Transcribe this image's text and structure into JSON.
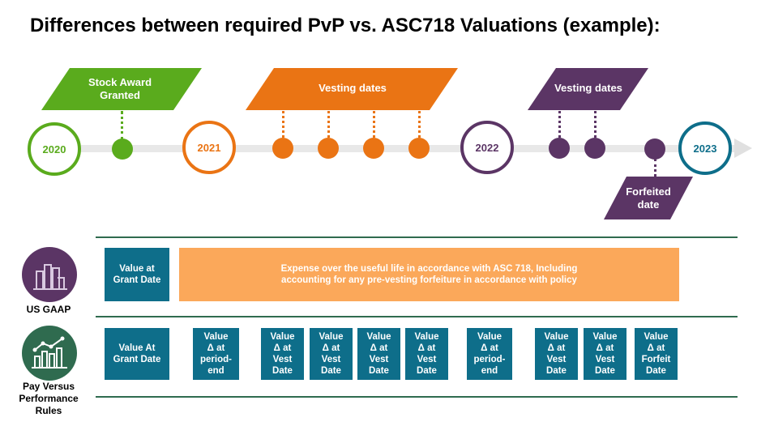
{
  "title": "Differences between required PvP vs. ASC718 Valuations (example):",
  "timeline": {
    "years": [
      "2020",
      "2021",
      "2022",
      "2023"
    ],
    "banners": {
      "granted": [
        "Stock Award",
        "Granted"
      ],
      "vesting_2021": "Vesting dates",
      "vesting_2022": "Vesting dates",
      "forfeited": [
        "Forfeited",
        "date"
      ]
    }
  },
  "rows": {
    "us_gaap": {
      "label": "US GAAP",
      "icon": "building-chart-icon",
      "grant_box": "Value at\nGrant Date",
      "expense": [
        "Expense over the useful life in accordance with ASC 718, Including",
        "accounting for any pre-vesting forfeiture in accordance with policy"
      ]
    },
    "pvp": {
      "label": [
        "Pay Versus",
        "Performance",
        "Rules"
      ],
      "icon": "bar-line-chart-icon",
      "boxes": [
        "Value At\nGrant Date",
        "Value\nΔ at\nperiod-\nend",
        "Value\nΔ at\nVest\nDate",
        "Value\nΔ at\nVest\nDate",
        "Value\nΔ at\nVest\nDate",
        "Value\nΔ at\nVest\nDate",
        "Value\nΔ at\nperiod-\nend",
        "Value\nΔ at\nVest\nDate",
        "Value\nΔ at\nVest\nDate",
        "Value\nΔ at\nForfeit\nDate"
      ]
    }
  },
  "colors": {
    "green": "#5aab1d",
    "orange": "#ea7414",
    "purple": "#5b3565",
    "teal": "#0e6e8a",
    "light_orange": "#fba85a",
    "dark_green": "#2f6b4f"
  }
}
